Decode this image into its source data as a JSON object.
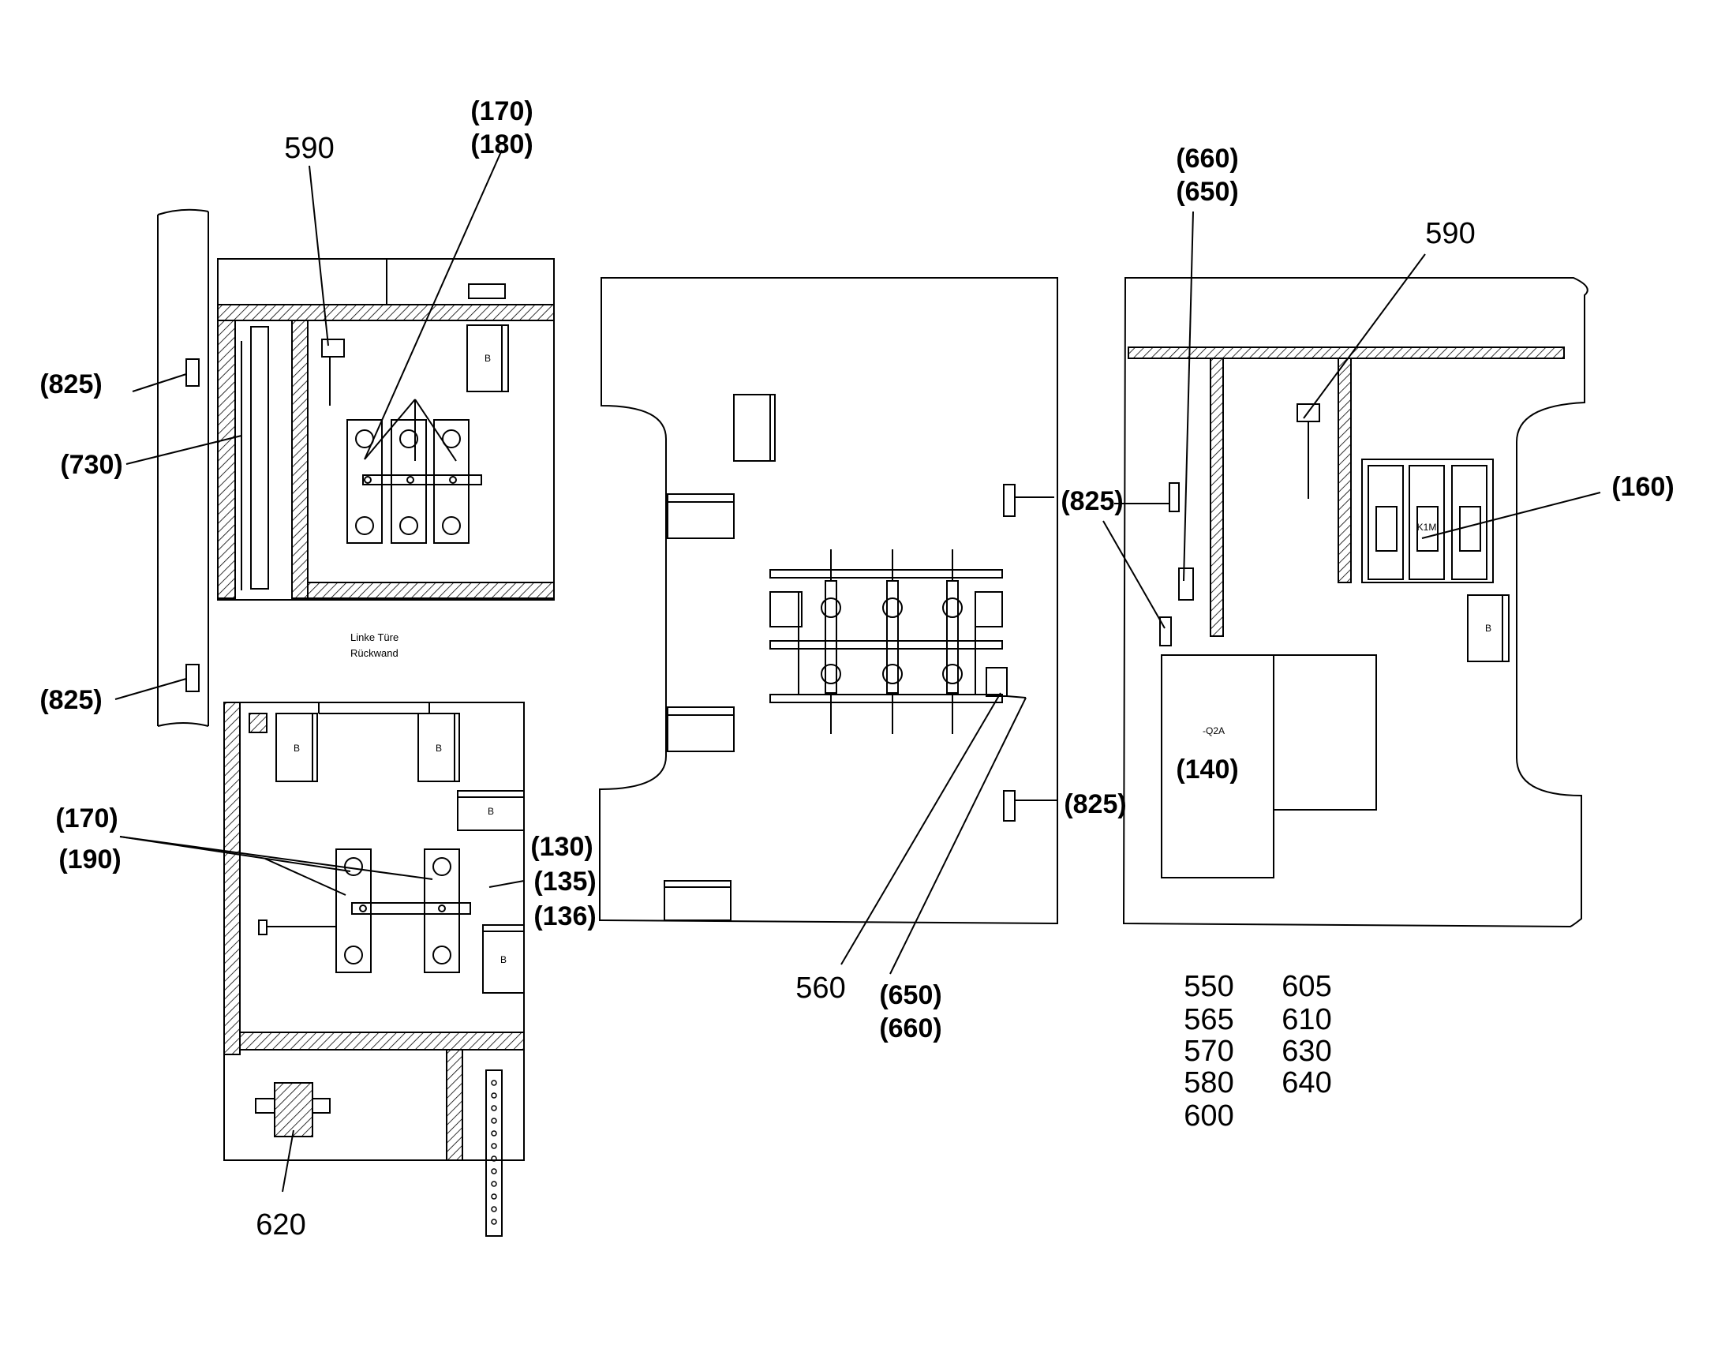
{
  "colors": {
    "ink": "#000000",
    "paper": "#ffffff",
    "hatch": "#000000"
  },
  "left_panel": {
    "caption_line1": "Linke Türe",
    "caption_line2": "Rückwand",
    "refs": {
      "r590": "590",
      "r170a": "(170)",
      "r180": "(180)",
      "r825a": "(825)",
      "r730": "(730)",
      "r825b": "(825)",
      "r170b": "(170)",
      "r190": "(190)",
      "r130": "(130)",
      "r135": "(135)",
      "r136": "(136)",
      "r620": "620"
    },
    "device_labels": {
      "b": "B"
    }
  },
  "middle_panel": {
    "refs": {
      "r560": "560",
      "r650": "(650)",
      "r660": "(660)",
      "r825": "(825)",
      "r825c": "(825)"
    }
  },
  "right_panel": {
    "refs": {
      "r660": "(660)",
      "r650": "(650)",
      "r590": "590",
      "r160": "(160)",
      "r140": "(140)"
    },
    "device_labels": {
      "q2a": "-Q2A",
      "k1m": "K1M"
    }
  },
  "parts_list": {
    "col1": [
      "550",
      "565",
      "570",
      "580",
      "600"
    ],
    "col2": [
      "605",
      "610",
      "630",
      "640"
    ]
  }
}
